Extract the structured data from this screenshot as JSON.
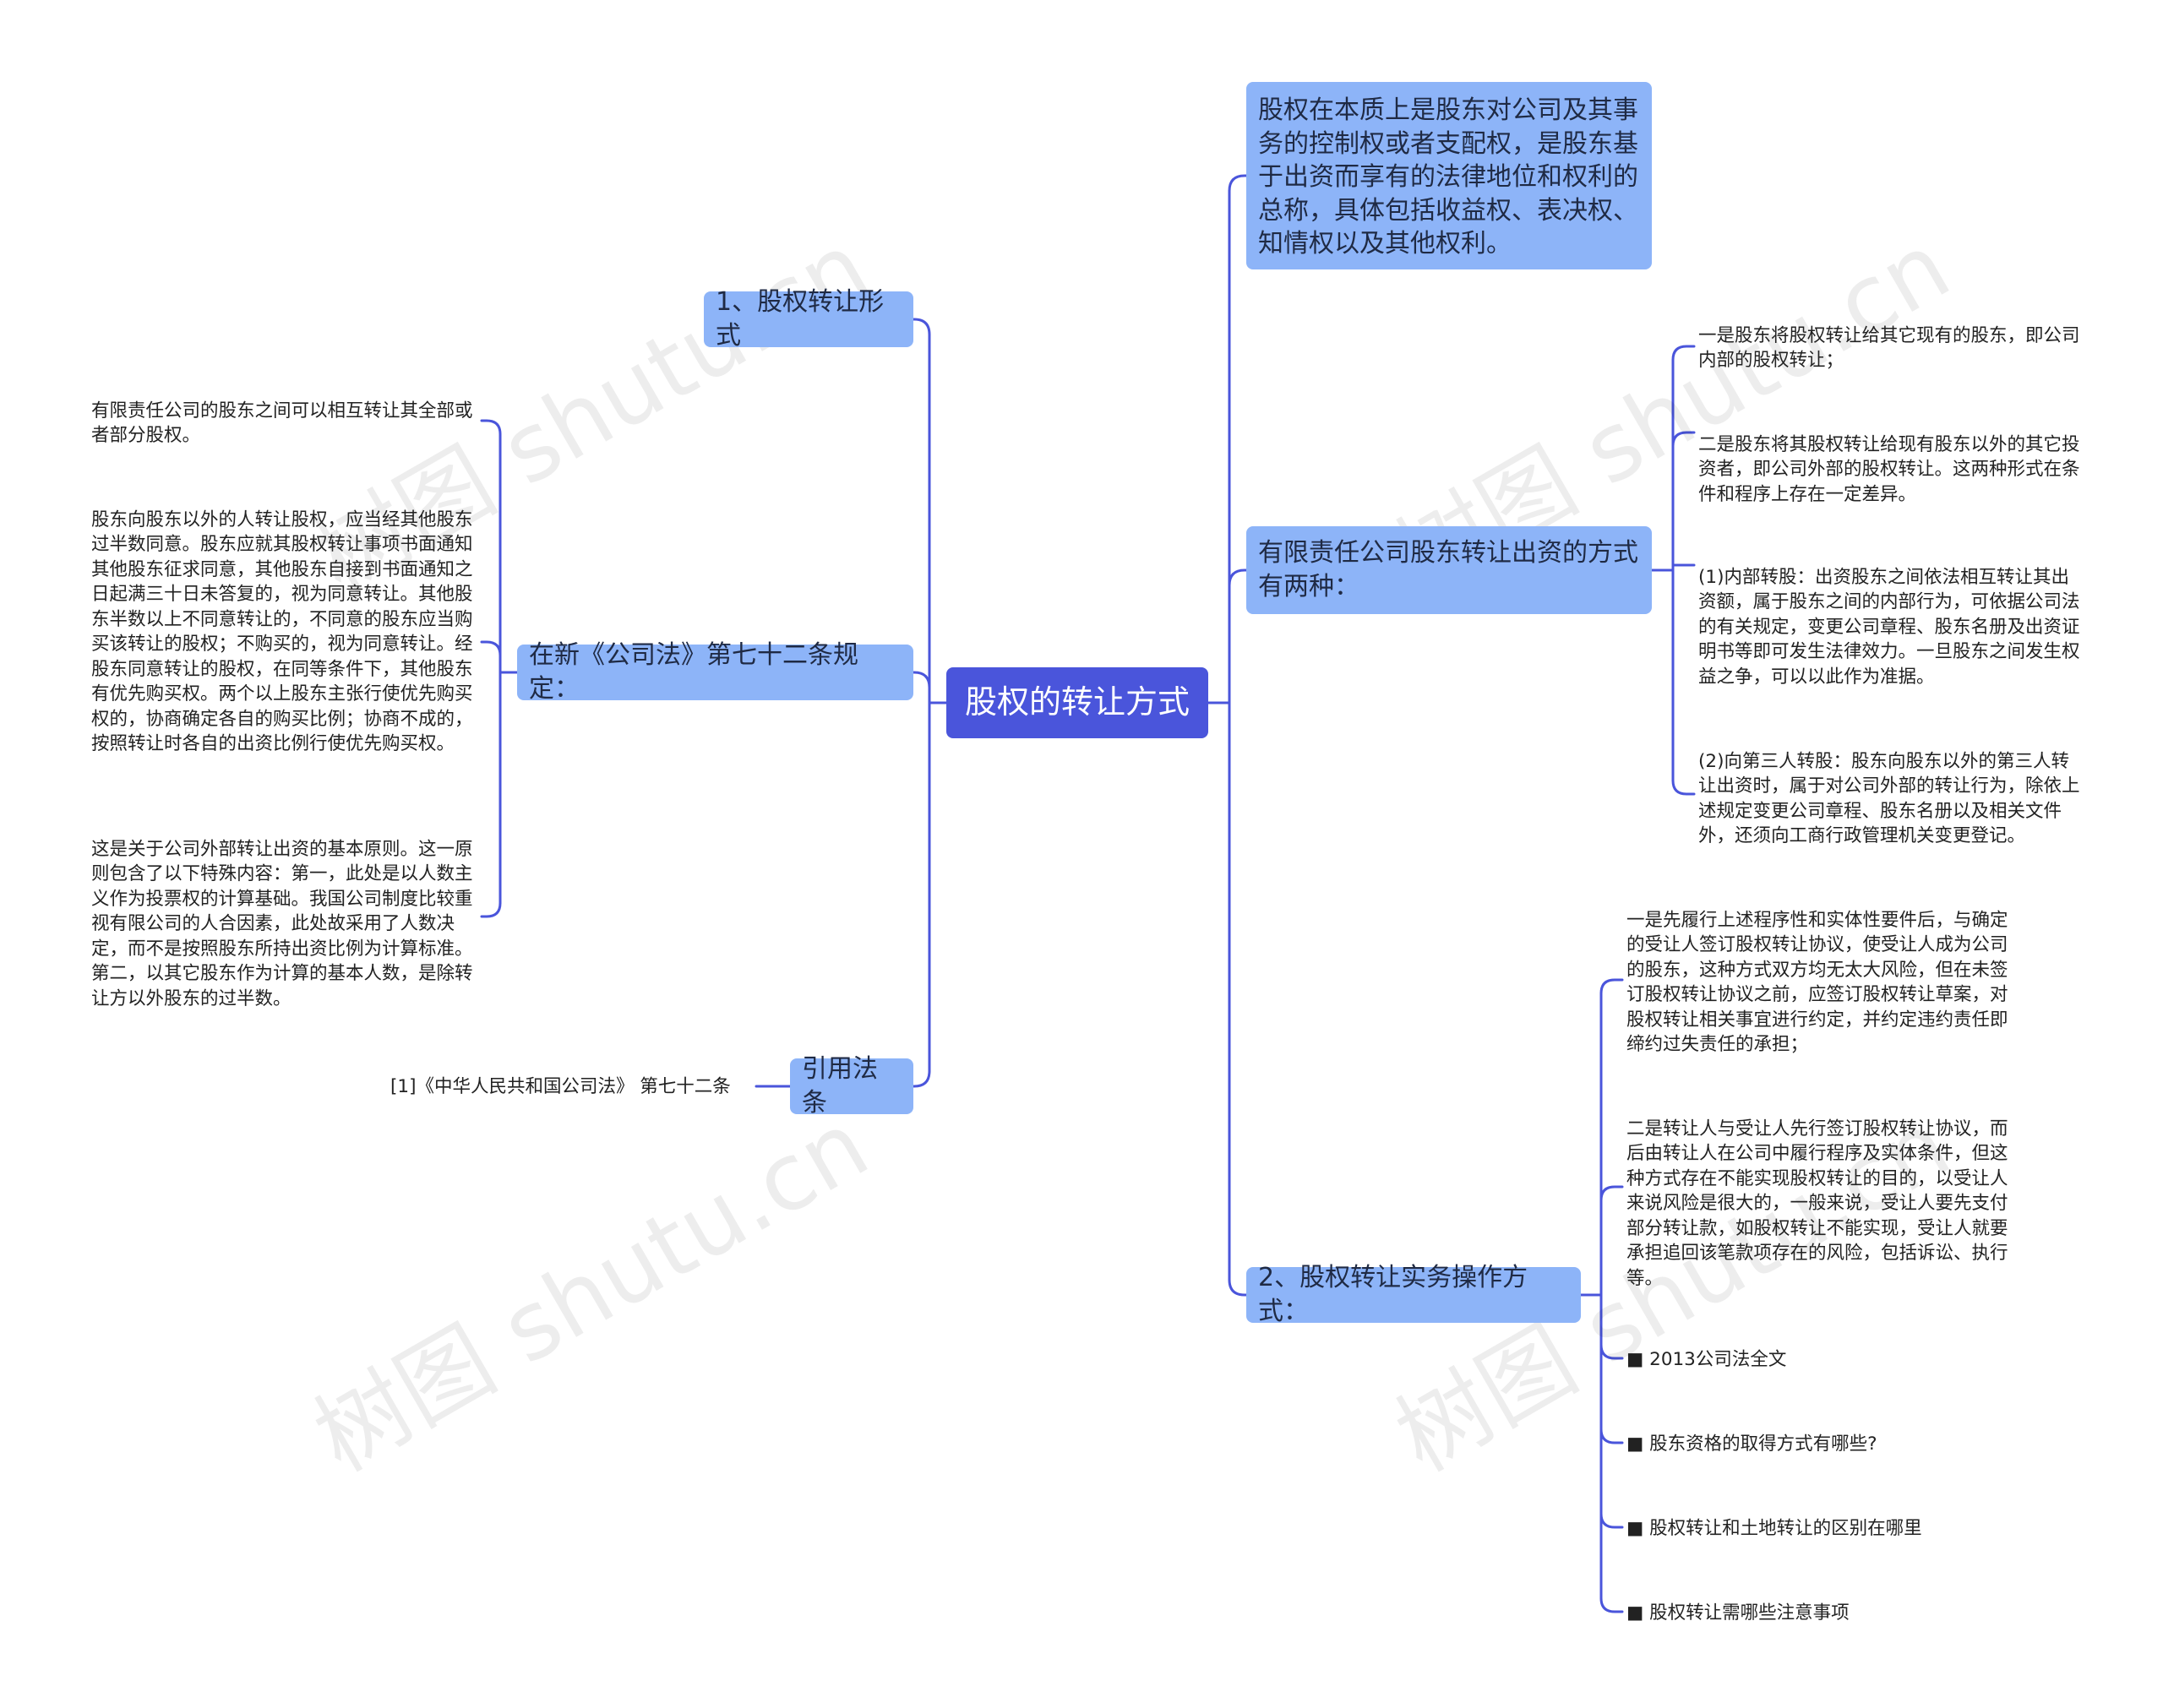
{
  "root": "股权的转让方式",
  "left": {
    "form": "1、股权转让形式",
    "law": {
      "label": "在新《公司法》第七十二条规定：",
      "items": [
        "有限责任公司的股东之间可以相互转让其全部或者部分股权。",
        "股东向股东以外的人转让股权，应当经其他股东过半数同意。股东应就其股权转让事项书面通知其他股东征求同意，其他股东自接到书面通知之日起满三十日未答复的，视为同意转让。其他股东半数以上不同意转让的，不同意的股东应当购买该转让的股权；不购买的，视为同意转让。经股东同意转让的股权，在同等条件下，其他股东有优先购买权。两个以上股东主张行使优先购买权的，协商确定各自的购买比例；协商不成的，按照转让时各自的出资比例行使优先购买权。",
        "这是关于公司外部转让出资的基本原则。这一原则包含了以下特殊内容：第一，此处是以人数主义作为投票权的计算基础。我国公司制度比较重视有限公司的人合因素，此处故采用了人数决定，而不是按照股东所持出资比例为计算标准。第二，以其它股东作为计算的基本人数，是除转让方以外股东的过半数。"
      ]
    },
    "cite": {
      "label": "引用法条",
      "item": "[1]《中华人民共和国公司法》 第七十二条"
    }
  },
  "right": {
    "definition": "股权在本质上是股东对公司及其事务的控制权或者支配权，是股东基于出资而享有的法律地位和权利的总称，具体包括收益权、表决权、知情权以及其他权利。",
    "ways": {
      "label": "有限责任公司股东转让出资的方式有两种：",
      "items": [
        "一是股东将股权转让给其它现有的股东，即公司内部的股权转让；",
        "二是股东将其股权转让给现有股东以外的其它投资者，即公司外部的股权转让。这两种形式在条件和程序上存在一定差异。",
        "(1)内部转股：出资股东之间依法相互转让其出资额，属于股东之间的内部行为，可依据公司法的有关规定，变更公司章程、股东名册及出资证明书等即可发生法律效力。一旦股东之间发生权益之争，可以以此作为准据。",
        "(2)向第三人转股：股东向股东以外的第三人转让出资时，属于对公司外部的转让行为，除依上述规定变更公司章程、股东名册以及相关文件外，还须向工商行政管理机关变更登记。"
      ]
    },
    "practice": {
      "label": "2、股权转让实务操作方式：",
      "items": [
        "一是先履行上述程序性和实体性要件后，与确定的受让人签订股权转让协议，使受让人成为公司的股东，这种方式双方均无太大风险，但在未签订股权转让协议之前，应签订股权转让草案，对股权转让相关事宜进行约定，并约定违约责任即缔约过失责任的承担；",
        "二是转让人与受让人先行签订股权转让协议，而后由转让人在公司中履行程序及实体条件，但这种方式存在不能实现股权转让的目的，以受让人来说风险是很大的，一般来说，受让人要先支付部分转让款，如股权转让不能实现，受让人就要承担追回该笔款项存在的风险，包括诉讼、执行等。",
        "■ 2013公司法全文",
        "■ 股东资格的取得方式有哪些?",
        "■ 股权转让和土地转让的区别在哪里",
        "■ 股权转让需哪些注意事项"
      ]
    }
  },
  "watermark": "树图 shutu.cn",
  "colors": {
    "root": "#4a55db",
    "branch": "#8db4f8",
    "line": "#4a55db"
  }
}
